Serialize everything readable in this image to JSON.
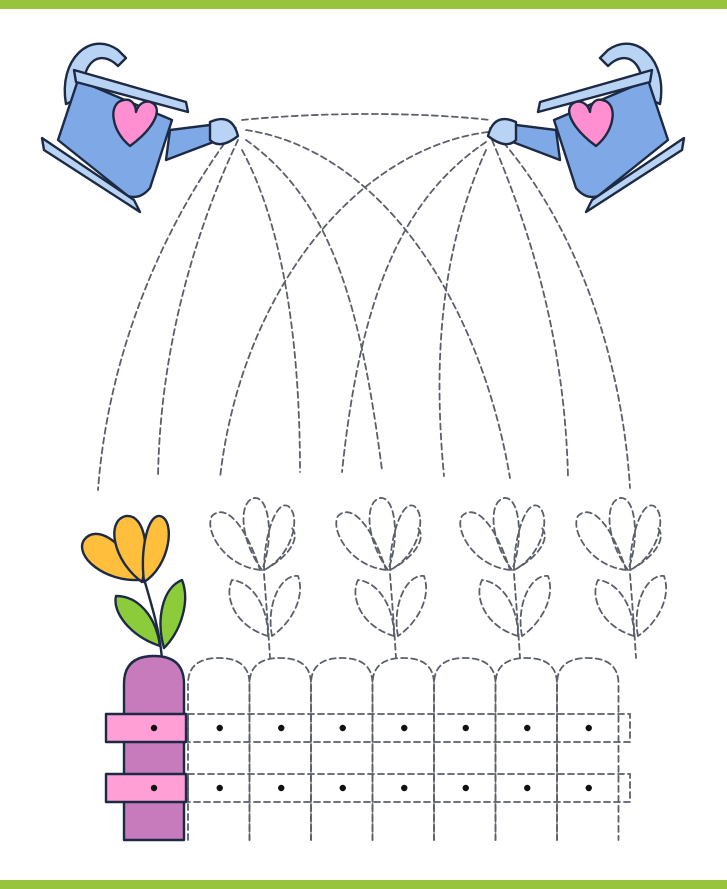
{
  "worksheet": {
    "colors": {
      "border": "#98c33c",
      "can_body": "#7fa8e6",
      "can_light": "#b9d3f5",
      "heart": "#ff8fd0",
      "petal": "#ffbf3c",
      "leaf": "#8ccc3a",
      "post": "#c77bbd",
      "rail": "#ff9fd6",
      "trace": "#5b5f6b"
    },
    "elements": {
      "left_can": "watering-can-icon",
      "right_can": "watering-can-icon",
      "flower": "tulip-icon",
      "fence": "picket-fence-icon"
    },
    "counts": {
      "water_streams": 10,
      "traced_flowers": 4,
      "fence_pickets": 7
    }
  }
}
